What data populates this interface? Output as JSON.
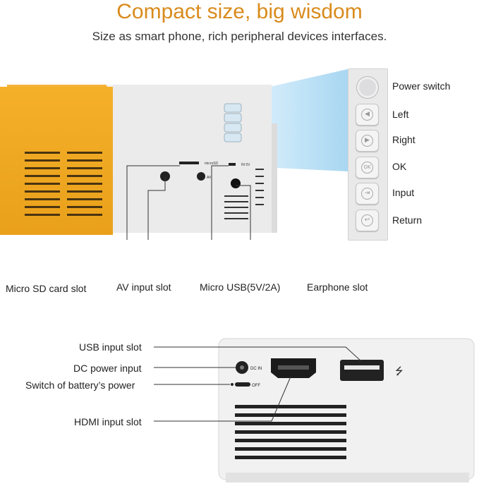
{
  "header": {
    "title": "Compact size, big wisdom",
    "subtitle": "Size as smart phone, rich peripheral devices interfaces."
  },
  "buttons_panel": {
    "items": [
      {
        "label": "Power switch",
        "icon": "power-button"
      },
      {
        "label": "Left",
        "icon": "left-arrow-icon"
      },
      {
        "label": "Right",
        "icon": "right-arrow-icon"
      },
      {
        "label": "OK",
        "icon": "ok-icon"
      },
      {
        "label": "Input",
        "icon": "input-icon"
      },
      {
        "label": "Return",
        "icon": "return-icon"
      }
    ]
  },
  "side_ports": {
    "labels": [
      "Micro SD card slot",
      "AV input slot",
      "Micro USB(5V/2A)",
      "Earphone slot"
    ],
    "device_text": {
      "microsd": "microSD",
      "av": "AV",
      "in5v": "IN 5V"
    }
  },
  "back_ports": {
    "labels": [
      "USB input slot",
      "DC power input",
      "Switch of battery’s power",
      "HDMI input slot"
    ],
    "device_text": {
      "dc_in": "DC IN",
      "off": "OFF",
      "usb_symbol": "⭍"
    }
  },
  "colors": {
    "title": "#d98b1c",
    "projector_yellow": "#f0a81e",
    "projector_white": "#e9e9ea",
    "beam": "#bfe3f7"
  }
}
